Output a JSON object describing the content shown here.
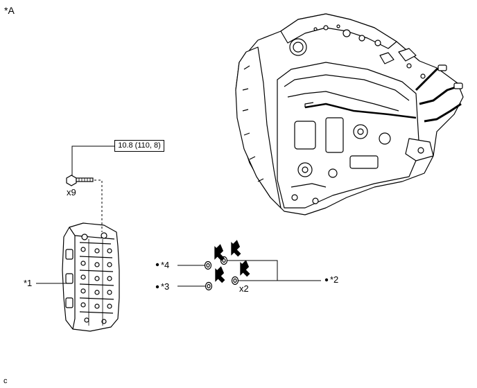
{
  "view_label": "*A",
  "torque": "10.8 (110, 8)",
  "bolt_qty": "x9",
  "gasket_qty": "x2",
  "callouts": {
    "c1": "*1",
    "c2": "*2",
    "c3": "*3",
    "c4": "*4"
  },
  "footer_code": "c",
  "icons": {
    "arrow": "new-part-arrow-icon",
    "bullet": "non-reusable-bullet-icon"
  },
  "colors": {
    "line": "#000000",
    "background": "#ffffff"
  }
}
